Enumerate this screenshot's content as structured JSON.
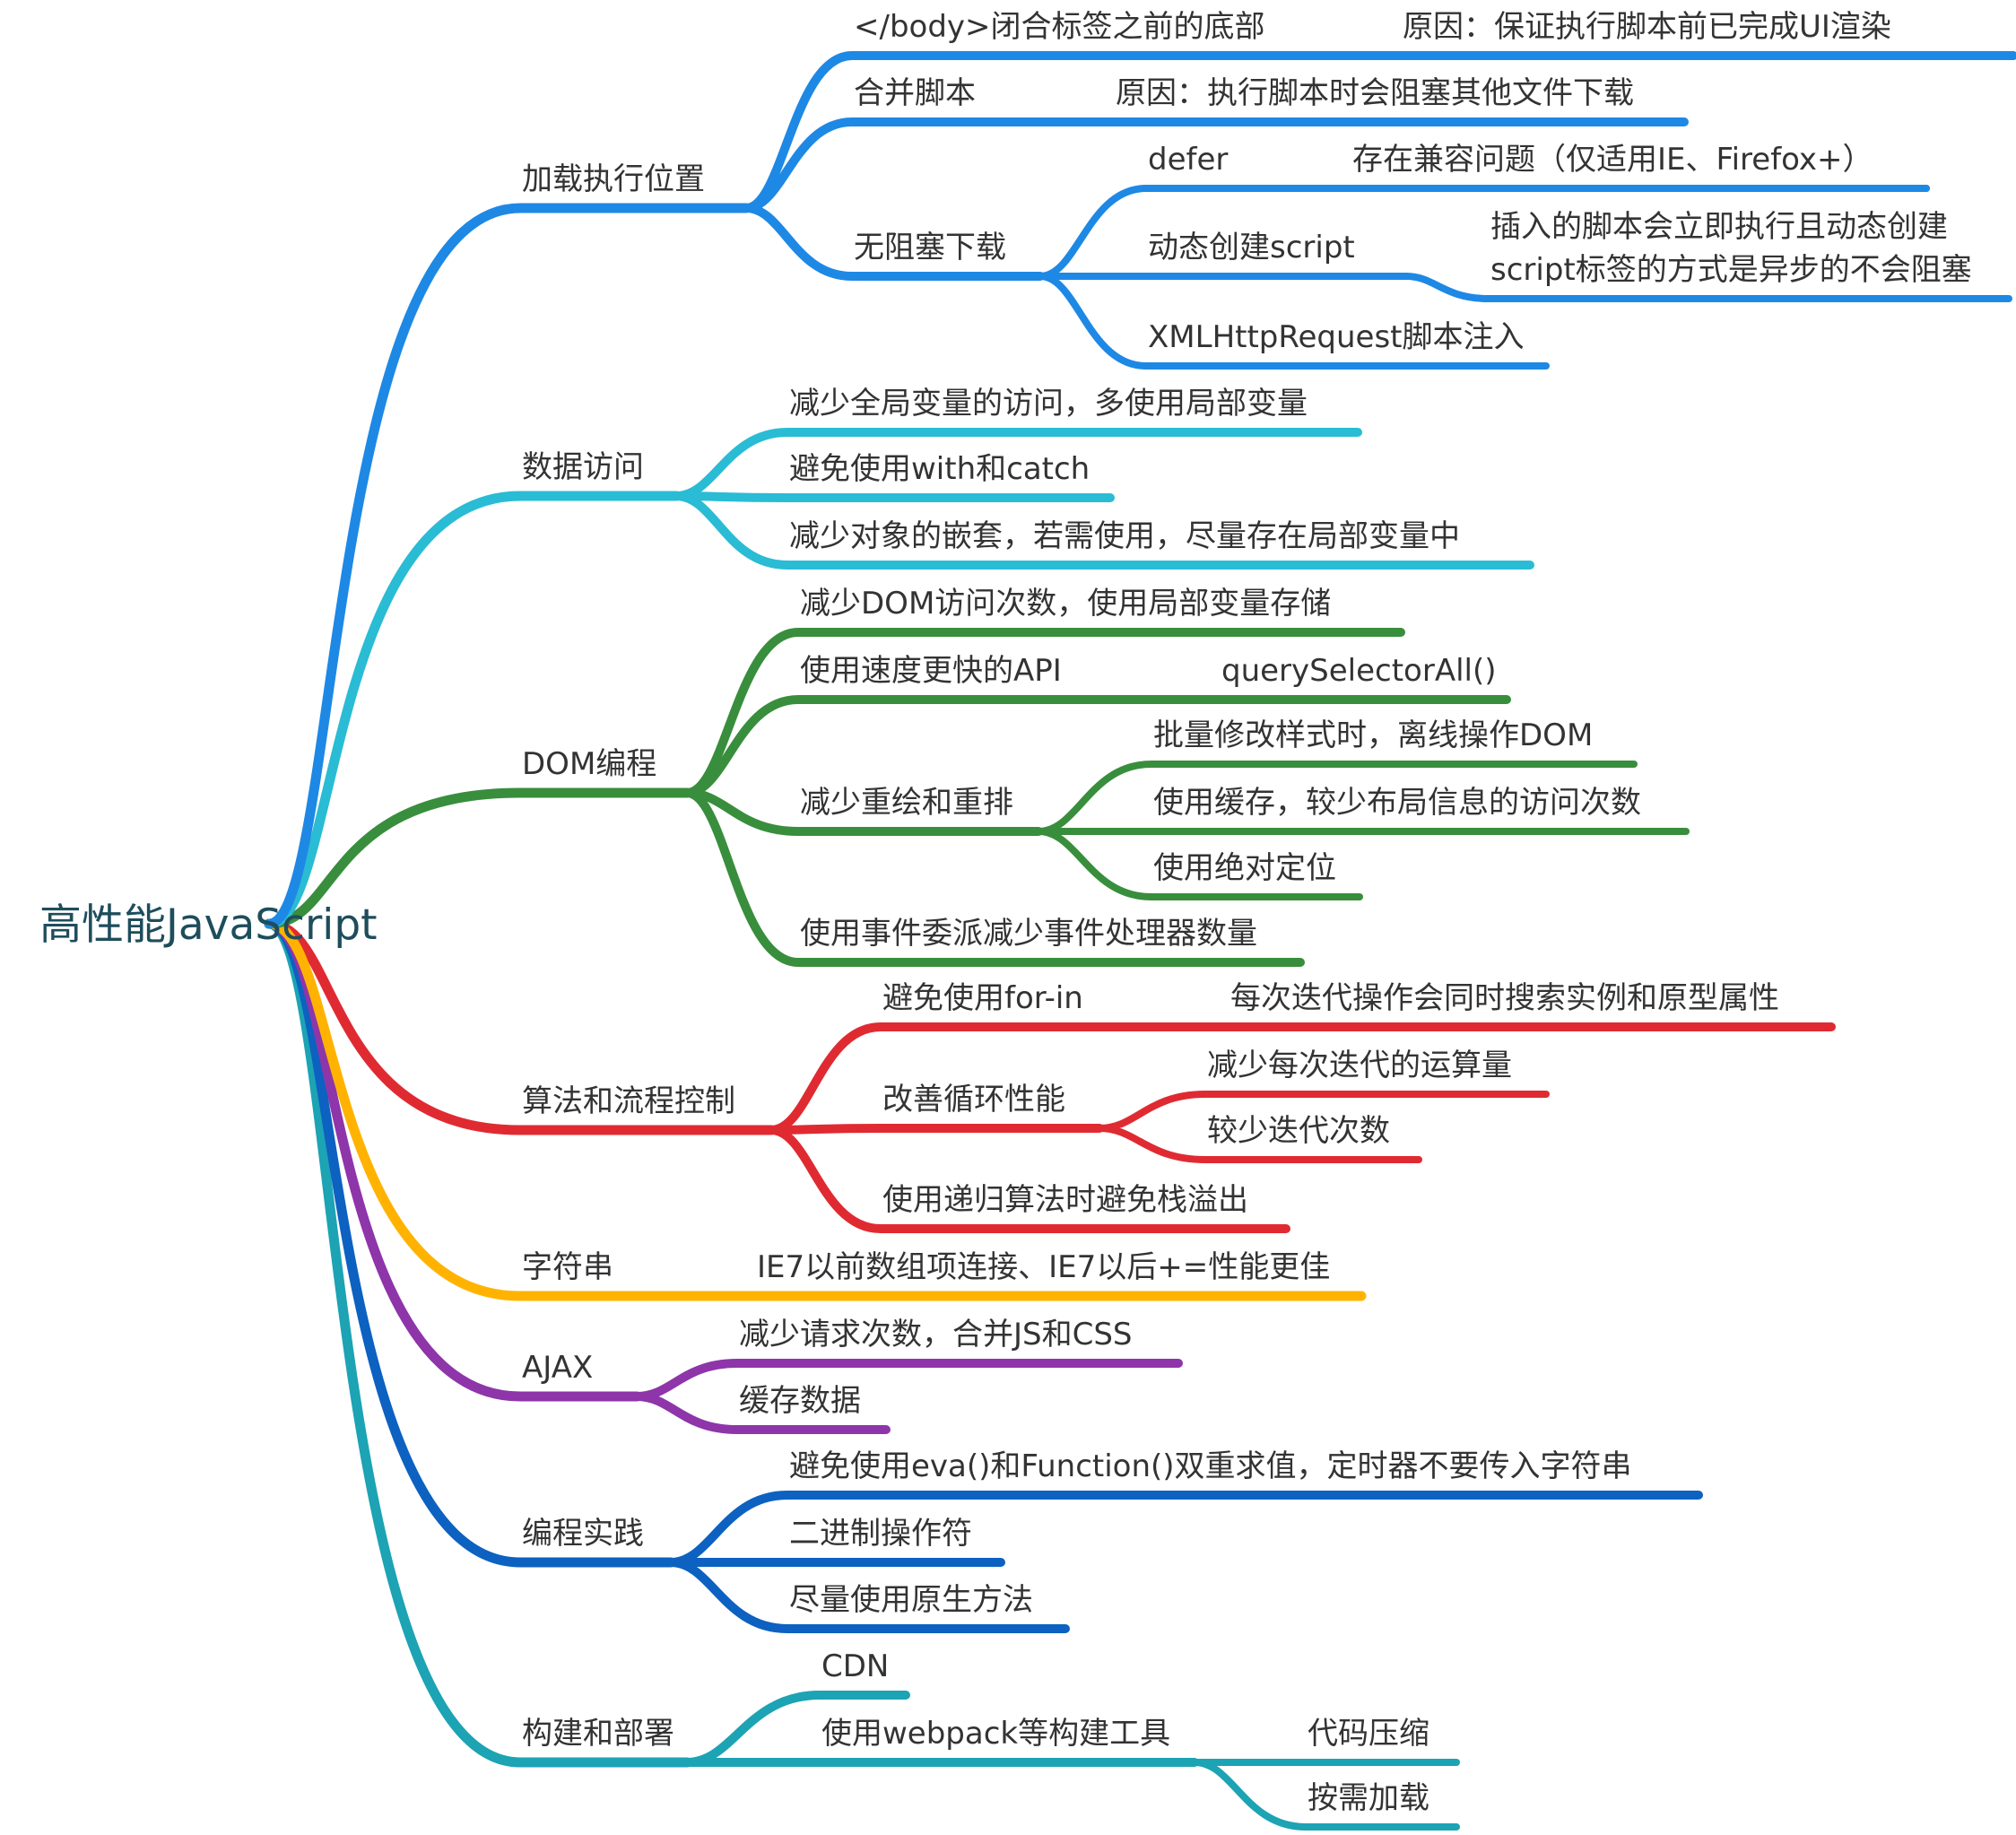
{
  "root": {
    "label": "高性能JavaScript"
  },
  "colors": {
    "loading": "#1e88e5",
    "data": "#29bcd4",
    "dom": "#388e3c",
    "algo": "#e02a32",
    "string": "#ffb300",
    "ajax": "#8e35a9",
    "practice": "#0d61c0",
    "build": "#1ca3b4"
  },
  "branches": [
    {
      "label": "加载执行位置",
      "color_key": "loading",
      "children": [
        {
          "label": "</body>闭合标签之前的底部",
          "children": [
            {
              "label": "原因：保证执行脚本前已完成UI渲染"
            }
          ]
        },
        {
          "label": "合并脚本",
          "children": [
            {
              "label": "原因：执行脚本时会阻塞其他文件下载"
            }
          ]
        },
        {
          "label": "无阻塞下载",
          "children": [
            {
              "label": "defer",
              "children": [
                {
                  "label": "存在兼容问题（仅适用IE、Firefox+）"
                }
              ]
            },
            {
              "label": "动态创建script",
              "children": [
                {
                  "label": "插入的脚本会立即执行且动态创建",
                  "label2": "script标签的方式是异步的不会阻塞"
                }
              ]
            },
            {
              "label": "XMLHttpRequest脚本注入"
            }
          ]
        }
      ]
    },
    {
      "label": "数据访问",
      "color_key": "data",
      "children": [
        {
          "label": "减少全局变量的访问，多使用局部变量"
        },
        {
          "label": "避免使用with和catch"
        },
        {
          "label": "减少对象的嵌套，若需使用，尽量存在局部变量中"
        }
      ]
    },
    {
      "label": "DOM编程",
      "color_key": "dom",
      "children": [
        {
          "label": "减少DOM访问次数，使用局部变量存储"
        },
        {
          "label": "使用速度更快的API",
          "children": [
            {
              "label": "querySelectorAll()"
            }
          ]
        },
        {
          "label": "减少重绘和重排",
          "children": [
            {
              "label": "批量修改样式时，离线操作DOM"
            },
            {
              "label": "使用缓存，较少布局信息的访问次数"
            },
            {
              "label": "使用绝对定位"
            }
          ]
        },
        {
          "label": "使用事件委派减少事件处理器数量"
        }
      ]
    },
    {
      "label": "算法和流程控制",
      "color_key": "algo",
      "children": [
        {
          "label": "避免使用for-in",
          "children": [
            {
              "label": "每次迭代操作会同时搜索实例和原型属性"
            }
          ]
        },
        {
          "label": "改善循环性能",
          "children": [
            {
              "label": "减少每次迭代的运算量"
            },
            {
              "label": "较少迭代次数"
            }
          ]
        },
        {
          "label": "使用递归算法时避免栈溢出"
        }
      ]
    },
    {
      "label": "字符串",
      "color_key": "string",
      "children": [
        {
          "label": "IE7以前数组项连接、IE7以后+=性能更佳"
        }
      ]
    },
    {
      "label": "AJAX",
      "color_key": "ajax",
      "children": [
        {
          "label": "减少请求次数，合并JS和CSS"
        },
        {
          "label": "缓存数据"
        }
      ]
    },
    {
      "label": "编程实践",
      "color_key": "practice",
      "children": [
        {
          "label": "避免使用eva()和Function()双重求值，定时器不要传入字符串"
        },
        {
          "label": "二进制操作符"
        },
        {
          "label": "尽量使用原生方法"
        }
      ]
    },
    {
      "label": "构建和部署",
      "color_key": "build",
      "children": [
        {
          "label": "CDN"
        },
        {
          "label": "使用webpack等构建工具",
          "children": [
            {
              "label": "代码压缩"
            },
            {
              "label": "按需加载"
            }
          ]
        }
      ]
    }
  ]
}
